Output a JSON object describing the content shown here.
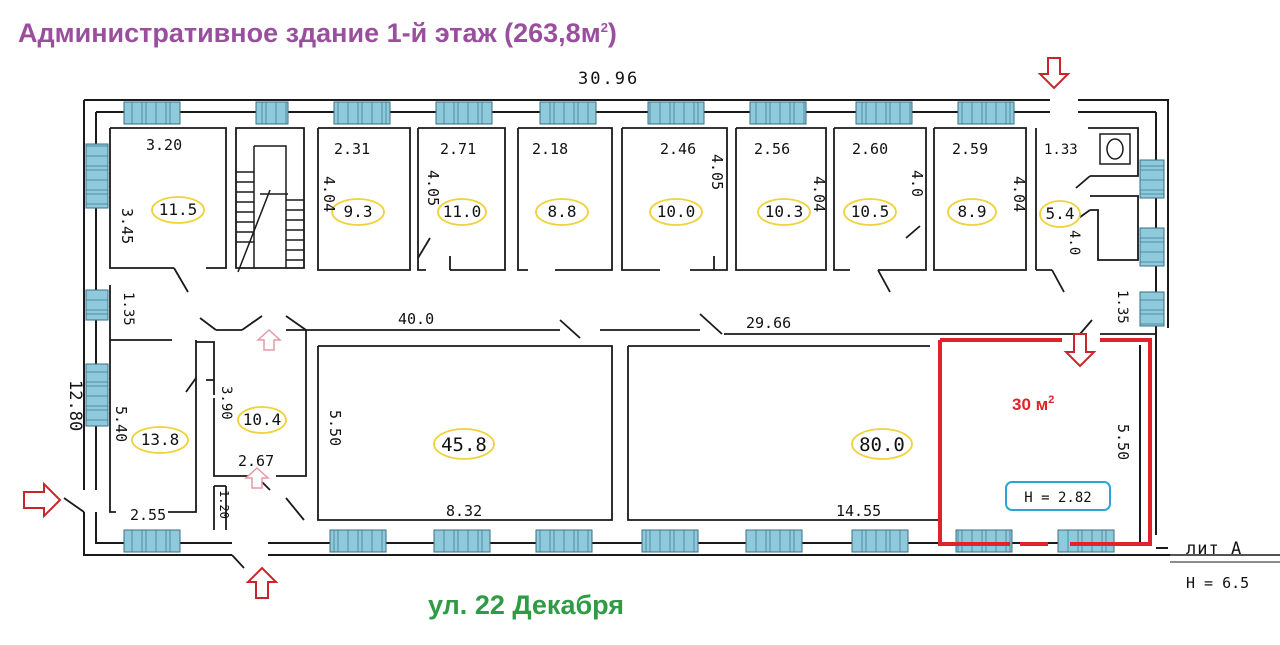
{
  "title": {
    "text": "Административное здание 1-й этаж (263,8м",
    "sup": "2",
    "close": ")"
  },
  "street": "ул. 22 Декабря",
  "colors": {
    "title": "#9a4f9e",
    "street": "#2e9b45",
    "highlight": "#e0232a",
    "area_oval": "#f0d23a",
    "height_box": "#2aa6d6",
    "window": "#8fc9dc",
    "arrow": "#c8262c",
    "arrow_light": "#e79aa6"
  },
  "dimensions": {
    "overall_width": "30.96",
    "overall_depth": "12.80",
    "rooms_top": [
      "3.20",
      "2.31",
      "2.71",
      "2.18",
      "2.46",
      "2.56",
      "2.60",
      "2.59",
      "1.33"
    ],
    "rooms_side": [
      "3.45",
      "4.04",
      "4.05",
      "4.05",
      "4.04",
      "4.0",
      "4.04",
      "4.0"
    ],
    "corridor_left": "40.0",
    "corridor_right": "29.66",
    "corridor_w1": "1.35",
    "corridor_w2": "1.35",
    "room_left_side": "5.40",
    "room_left_bottom": "2.55",
    "stair_side": "3.90",
    "stair_bottom": "2.67",
    "entry_side": "1.20",
    "hall_side": "5.50",
    "hall_bottom": "8.32",
    "big_hall_bottom": "14.55",
    "office_side": "5.50"
  },
  "rooms": {
    "r1": "11.5",
    "r2": "9.3",
    "r3": "11.0",
    "r4": "8.8",
    "r5": "10.0",
    "r6": "10.3",
    "r7": "10.5",
    "r8": "8.9",
    "r9": "5.4",
    "left_room": "13.8",
    "stair_room": "10.4",
    "hall": "45.8",
    "big_hall": "80.0"
  },
  "highlight": {
    "area": "30 м",
    "area_sup": "2",
    "height": "H = 2.82"
  },
  "annotations": {
    "lit": "лит А",
    "h_building": "H = 6.5"
  }
}
